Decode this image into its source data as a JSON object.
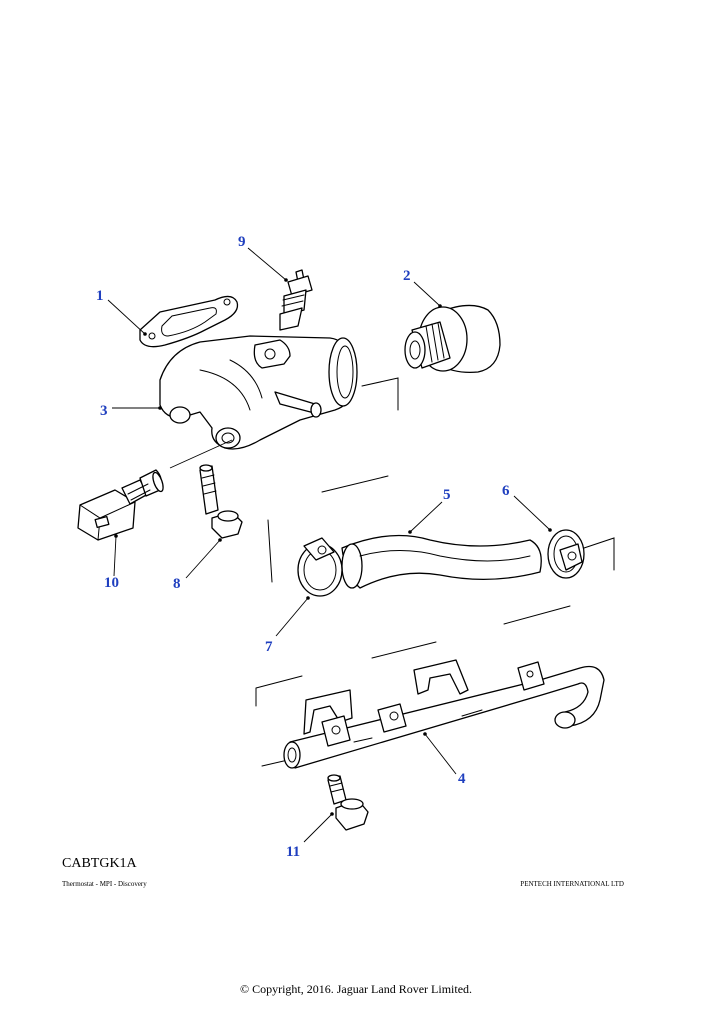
{
  "diagram": {
    "callouts": [
      {
        "id": "c1",
        "label": "1"
      },
      {
        "id": "c2",
        "label": "2"
      },
      {
        "id": "c3",
        "label": "3"
      },
      {
        "id": "c4",
        "label": "4"
      },
      {
        "id": "c5",
        "label": "5"
      },
      {
        "id": "c6",
        "label": "6"
      },
      {
        "id": "c7",
        "label": "7"
      },
      {
        "id": "c8",
        "label": "8"
      },
      {
        "id": "c9",
        "label": "9"
      },
      {
        "id": "c10",
        "label": "10"
      },
      {
        "id": "c11",
        "label": "11"
      }
    ],
    "callout_color": "#1f3fbf",
    "line_color": "#000000"
  },
  "footer": {
    "code": "CABTGK1A",
    "caption_left": "Thermostat - MPI - Discovery",
    "caption_right": "PENTECH INTERNATIONAL LTD",
    "copyright": "© Copyright, 2016. Jaguar Land Rover Limited."
  }
}
